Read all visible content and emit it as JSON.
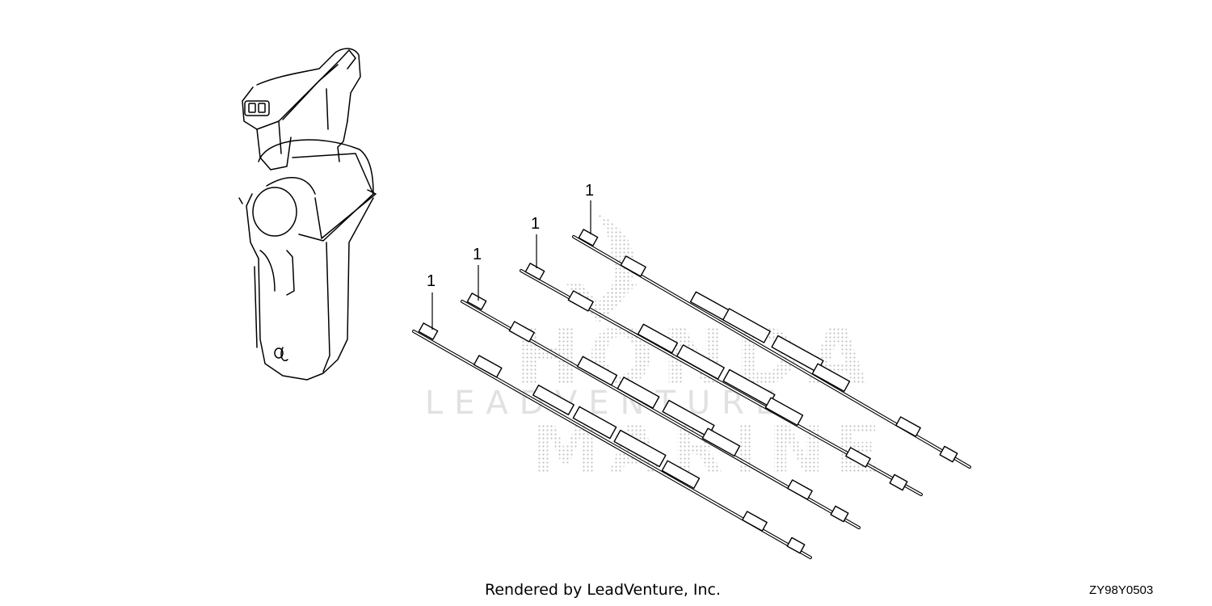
{
  "callouts": [
    "1",
    "1",
    "1",
    "1"
  ],
  "footer": {
    "credit": "Rendered by LeadVenture, Inc.",
    "diagram_code": "ZY98Y0503"
  },
  "watermark": {
    "brand_top": "HONDA",
    "brand_middle": "LEADVENTURE",
    "brand_bottom": "MARINE"
  },
  "colors": {
    "line": "#000000",
    "watermark_dots": "#b8b8b8",
    "background": "#ffffff"
  },
  "icons": [
    "remote-control-box-icon",
    "control-cable-icon"
  ]
}
